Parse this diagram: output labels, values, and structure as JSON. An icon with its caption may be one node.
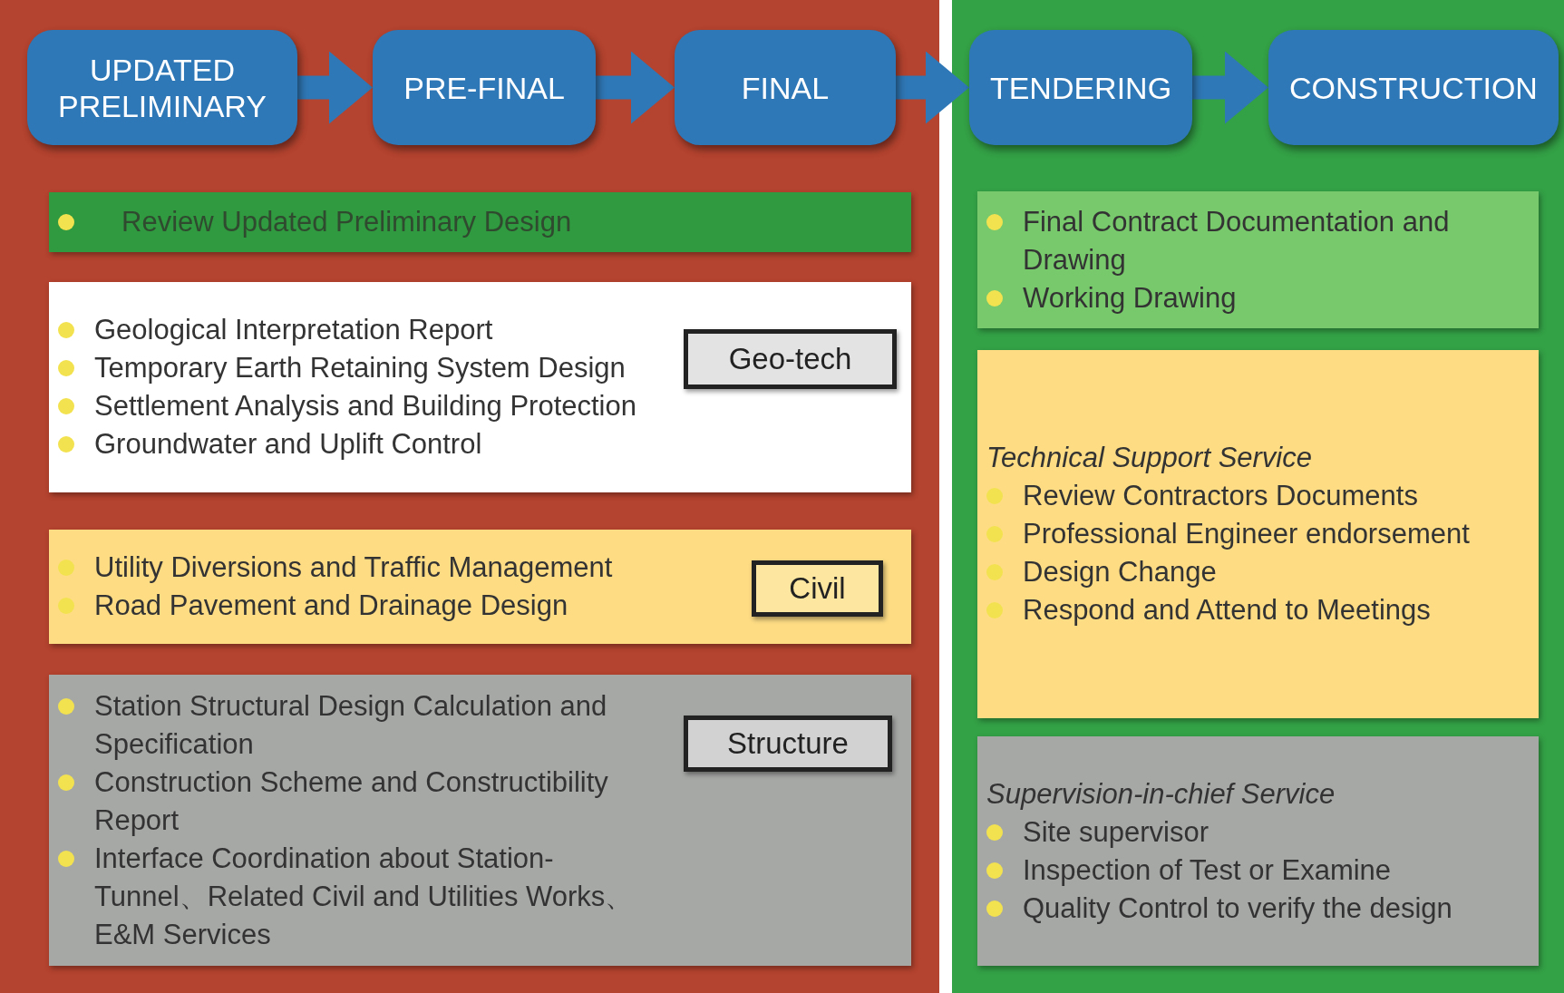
{
  "diagram": {
    "nodes": [
      {
        "text": [
          "UPDATED PRELIMINARY"
        ]
      },
      {
        "text": [
          "PRE-FINAL"
        ]
      },
      {
        "text": [
          "FINAL"
        ]
      },
      {
        "text": [
          "TENDERING"
        ]
      },
      {
        "text": [
          "CONSTRUCTION"
        ]
      },
      {
        "text": [
          "Review Updated Preliminary Design"
        ]
      },
      {
        "text": [
          "Geological Interpretation Report",
          "Temporary Earth Retaining System Design",
          "Settlement Analysis and Building Protection",
          "Groundwater and Uplift Control"
        ]
      },
      {
        "text": [
          "Geo-tech"
        ],
        "in": 6
      },
      {
        "text": [
          "Utility Diversions and Traffic Management",
          "Road Pavement and Drainage Design"
        ]
      },
      {
        "text": [
          "Civil"
        ],
        "in": 8
      },
      {
        "text": [
          "Station Structural Design Calculation and Specification",
          "Construction Scheme and Constructibility Report",
          "Interface Coordination about Station-Tunnel、Related Civil and Utilities Works、E&M Services"
        ]
      },
      {
        "text": [
          "Structure"
        ],
        "in": 10
      },
      {
        "text": [
          "Final Contract Documentation and Drawing",
          "Working Drawing"
        ]
      },
      {
        "text": [
          "Technical Support Service",
          "Review Contractors Documents",
          "Professional Engineer endorsement",
          "Design Change",
          "Respond and Attend to Meetings"
        ]
      },
      {
        "text": [
          "Supervision-in-chief Service",
          "Site supervisor",
          "Inspection of Test or Examine",
          "Quality Control to verify the design"
        ]
      }
    ],
    "edges": [
      {
        "from": 0,
        "to": 1,
        "arrow": "to"
      },
      {
        "from": 1,
        "to": 2,
        "arrow": "to"
      },
      {
        "from": 2,
        "to": 3,
        "arrow": "to"
      },
      {
        "from": 3,
        "to": 4,
        "arrow": "to"
      }
    ]
  }
}
